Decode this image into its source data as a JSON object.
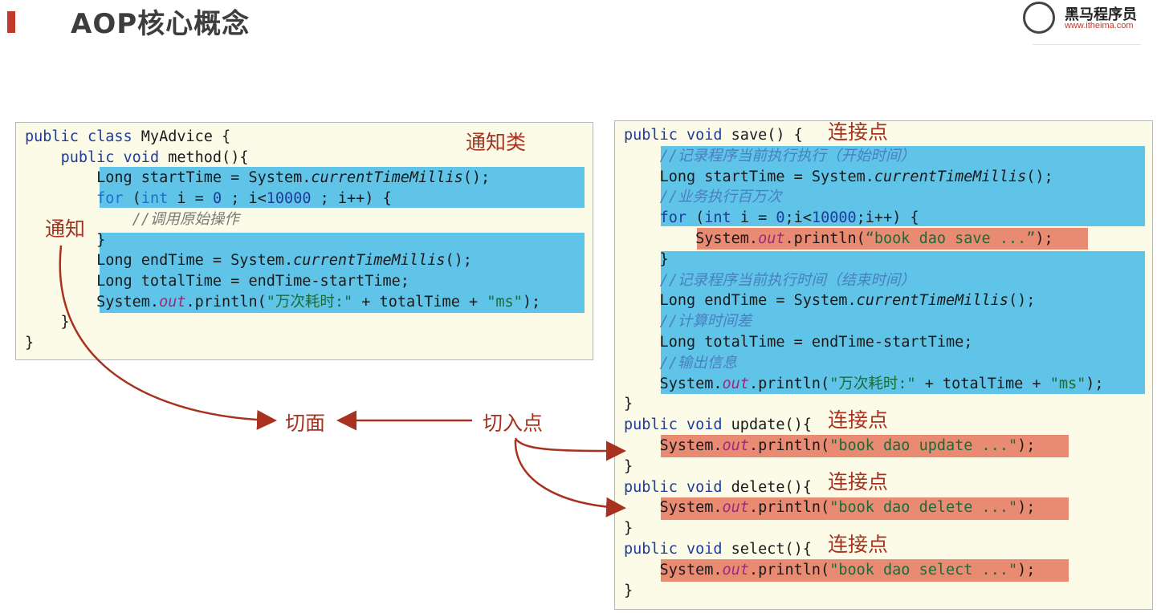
{
  "slide": {
    "title": "AOP核心概念",
    "logo_name": "黑马程序员",
    "logo_url": "www.itheima.com"
  },
  "labels": {
    "advice_class": "通知类",
    "advice": "通知",
    "aspect": "切面",
    "pointcut": "切入点",
    "joinpoint_save": "连接点",
    "joinpoint_update": "连接点",
    "joinpoint_delete": "连接点",
    "joinpoint_select": "连接点"
  },
  "left_code": [
    "<span class=\"kw\">public class</span> MyAdvice {",
    "    <span class=\"kw\">public void</span> method(){",
    "        Long startTime = System.<span class=\"it\">currentTimeMillis</span>();",
    "        <span class=\"kwblue\">for</span> (<span class=\"kwblue\">int</span> i = <span class=\"num\">0</span> ; i&lt;<span class=\"num\">10000</span> ; i++) {",
    "            <span class=\"cm\">//调用原始操作</span>",
    "        }",
    "        Long endTime = System.<span class=\"it\">currentTimeMillis</span>();",
    "        Long totalTime = endTime-startTime;",
    "        System.<span class=\"fld\">out</span>.println(<span class=\"str\">\"万次耗时:\"</span> + totalTime + <span class=\"str\">\"ms\"</span>);",
    "    }",
    "}"
  ],
  "right_code": [
    "<span class=\"kw\">public void</span> save() {",
    "    <span class=\"cm2\">//记录程序当前执行执行（开始时间）</span>",
    "    Long startTime = System.<span class=\"it\">currentTimeMillis</span>();",
    "    <span class=\"cm2\">//业务执行百万次</span>",
    "    <span class=\"kw\">for</span> (<span class=\"kw\">int</span> i = <span class=\"num\">0</span>;i&lt;<span class=\"num\">10000</span>;i++) {",
    "        System.<span class=\"fld\">out</span>.println(<span class=\"str\">“book dao save ...”</span>);",
    "    }",
    "    <span class=\"cm2\">//记录程序当前执行时间（结束时间）</span>",
    "    Long endTime = System.<span class=\"it\">currentTimeMillis</span>();",
    "    <span class=\"cm2\">//计算时间差</span>",
    "    Long totalTime = endTime-startTime;",
    "    <span class=\"cm2\">//输出信息</span>",
    "    System.<span class=\"fld\">out</span>.println(<span class=\"str\">\"万次耗时:\"</span> + totalTime + <span class=\"str\">\"ms\"</span>);",
    "}",
    "<span class=\"kw\">public void</span> update(){",
    "    System.<span class=\"fld\">out</span>.println(<span class=\"str\">\"book dao update ...\"</span>);",
    "}",
    "<span class=\"kw\">public void</span> delete(){",
    "    System.<span class=\"fld\">out</span>.println(<span class=\"str\">\"book dao delete ...\"</span>);",
    "}",
    "<span class=\"kw\">public void</span> select(){",
    "    System.<span class=\"fld\">out</span>.println(<span class=\"str\">\"book dao select ...\"</span>);",
    "}"
  ]
}
